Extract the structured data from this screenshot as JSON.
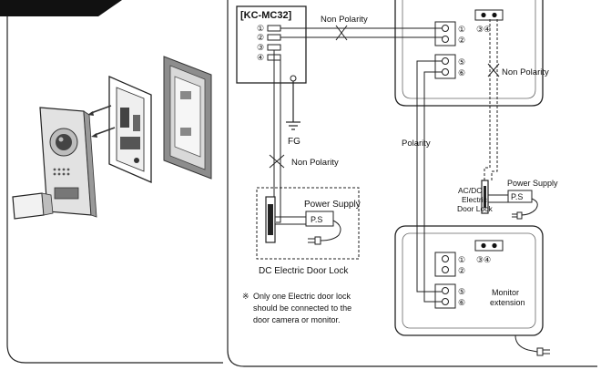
{
  "controller": {
    "model": "[KC-MC32]",
    "terminals": [
      "①",
      "②",
      "③",
      "④"
    ]
  },
  "labels": {
    "non_polarity_top": "Non Polarity",
    "non_polarity_right": "Non Polarity",
    "non_polarity_mid": "Non Polarity",
    "fg": "FG",
    "polarity": "Polarity",
    "ac_dc_lock": [
      "AC/DC",
      "Electric",
      "Door Lock"
    ],
    "power_supply_left": "Power Supply",
    "power_supply_right": "Power Supply",
    "ps": "P.S",
    "dc_lock_caption": "DC Electric Door Lock",
    "monitor_extension": [
      "Monitor",
      "extension"
    ],
    "note_symbol": "※",
    "note_lines": [
      "Only one Electric door lock",
      "should be connected to the",
      "door camera or monitor."
    ]
  },
  "monitor_top": {
    "terminals": [
      "①",
      "②",
      "⑤",
      "⑥"
    ],
    "switch_label": "③④"
  },
  "monitor_bottom": {
    "terminals": [
      "①",
      "②",
      "⑤",
      "⑥"
    ],
    "switch_label": "③④"
  }
}
